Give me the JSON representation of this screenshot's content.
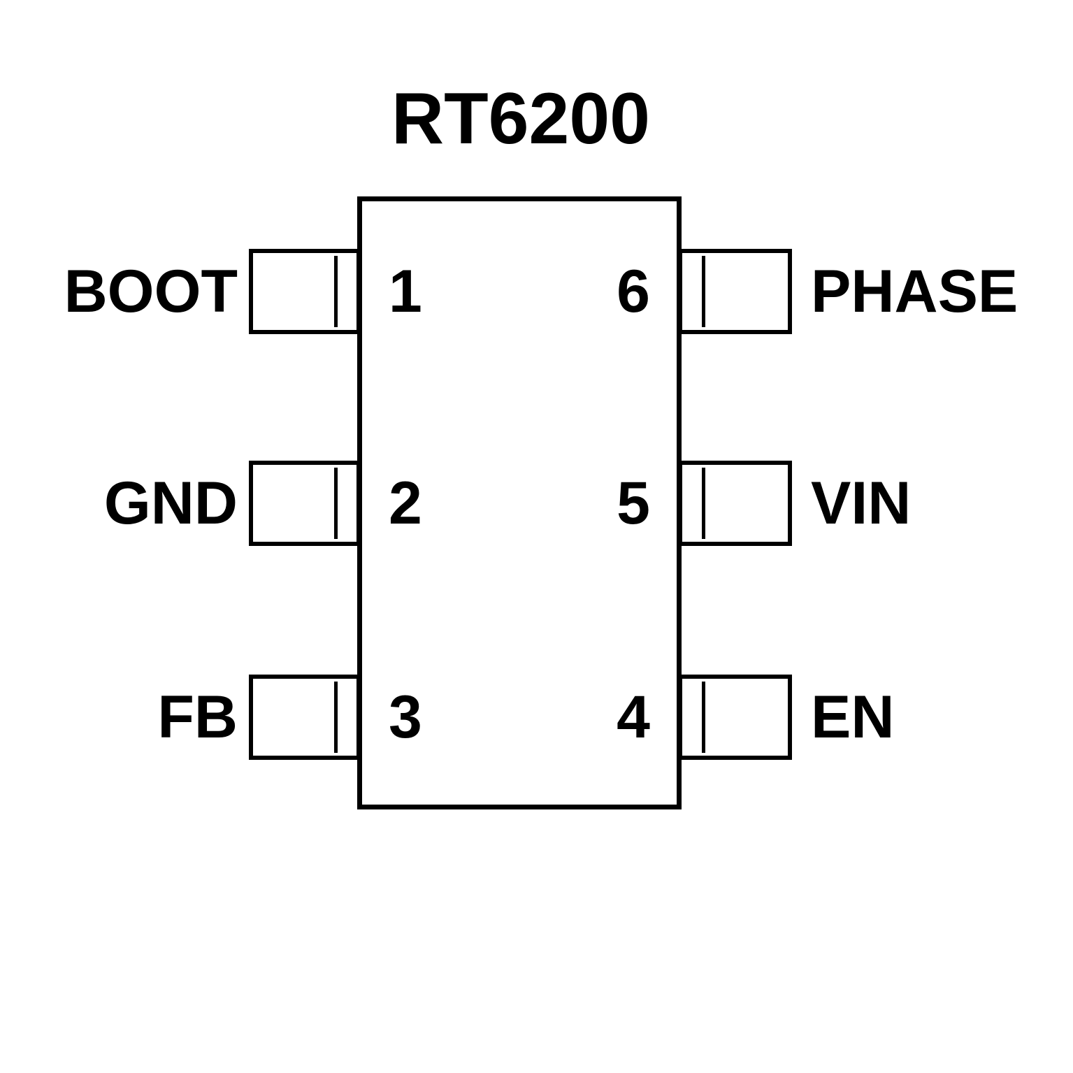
{
  "diagram": {
    "title": "RT6200",
    "package_body": {
      "fill": "#ffffff",
      "stroke": "#000000"
    },
    "pins_left": [
      {
        "number": "1",
        "label": "BOOT"
      },
      {
        "number": "2",
        "label": "GND"
      },
      {
        "number": "3",
        "label": "FB"
      }
    ],
    "pins_right": [
      {
        "number": "6",
        "label": "PHASE"
      },
      {
        "number": "5",
        "label": "VIN"
      },
      {
        "number": "4",
        "label": "EN"
      }
    ]
  }
}
